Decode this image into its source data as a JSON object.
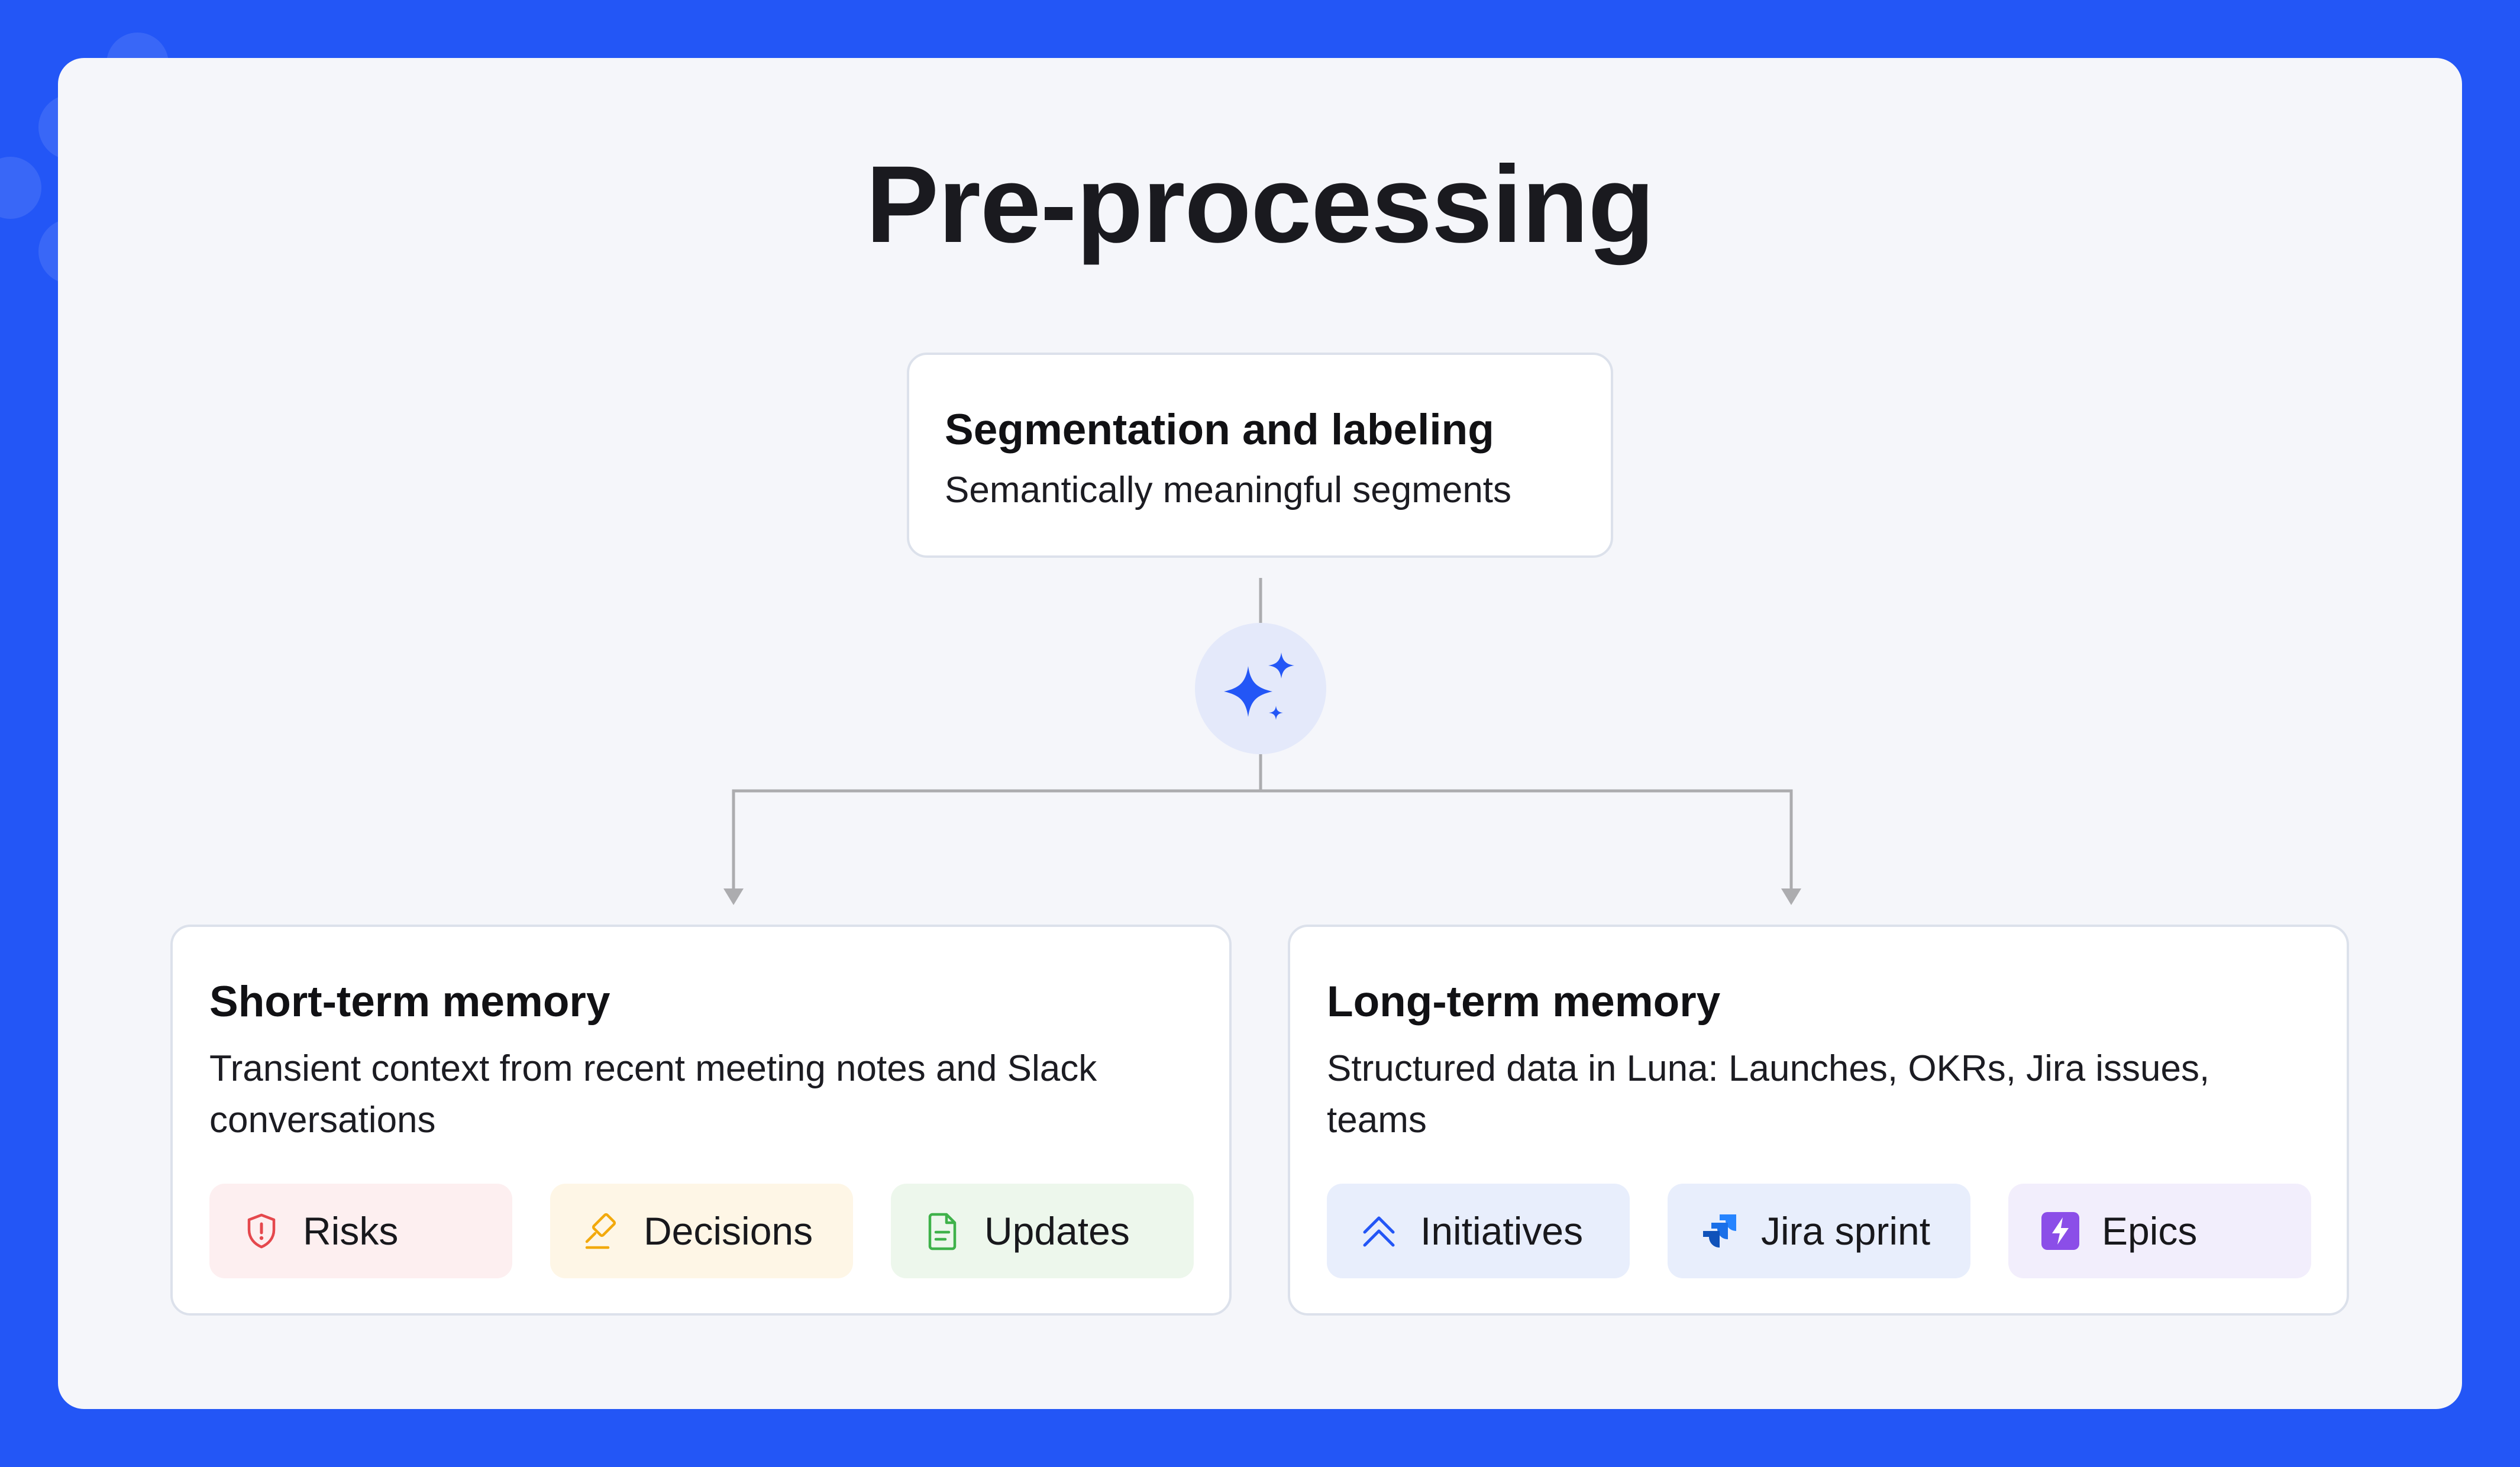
{
  "title": "Pre-processing",
  "colors": {
    "background": "#2356F6",
    "panel": "#F5F6FA",
    "accent": "#2356F6",
    "connector": "#ACACAF"
  },
  "diagram": {
    "top_node": {
      "title": "Segmentation and labeling",
      "description": "Semantically meaningful segments"
    },
    "ai_node": {
      "icon": "sparkles-icon"
    },
    "short_term": {
      "title": "Short-term memory",
      "description": "Transient context from recent meeting notes and Slack conversations",
      "chips": [
        {
          "label": "Risks",
          "icon": "shield-alert-icon",
          "bg": "#FDEFF0",
          "color": "#E5484D"
        },
        {
          "label": "Decisions",
          "icon": "gavel-icon",
          "bg": "#FEF6E6",
          "color": "#F2A90C"
        },
        {
          "label": "Updates",
          "icon": "document-icon",
          "bg": "#EDF7EC",
          "color": "#3FB24A"
        }
      ]
    },
    "long_term": {
      "title": "Long-term memory",
      "description": "Structured data in Luna: Launches, OKRs, Jira issues, teams",
      "chips": [
        {
          "label": "Initiatives",
          "icon": "double-chevron-up-icon",
          "bg": "#E8EEFC",
          "color": "#2356F6"
        },
        {
          "label": "Jira sprint",
          "icon": "jira-icon",
          "bg": "#E8EEFC",
          "color": "#2684FF"
        },
        {
          "label": "Epics",
          "icon": "lightning-icon",
          "bg": "#F2EEFC",
          "color": "#8B4EE8"
        }
      ]
    }
  }
}
